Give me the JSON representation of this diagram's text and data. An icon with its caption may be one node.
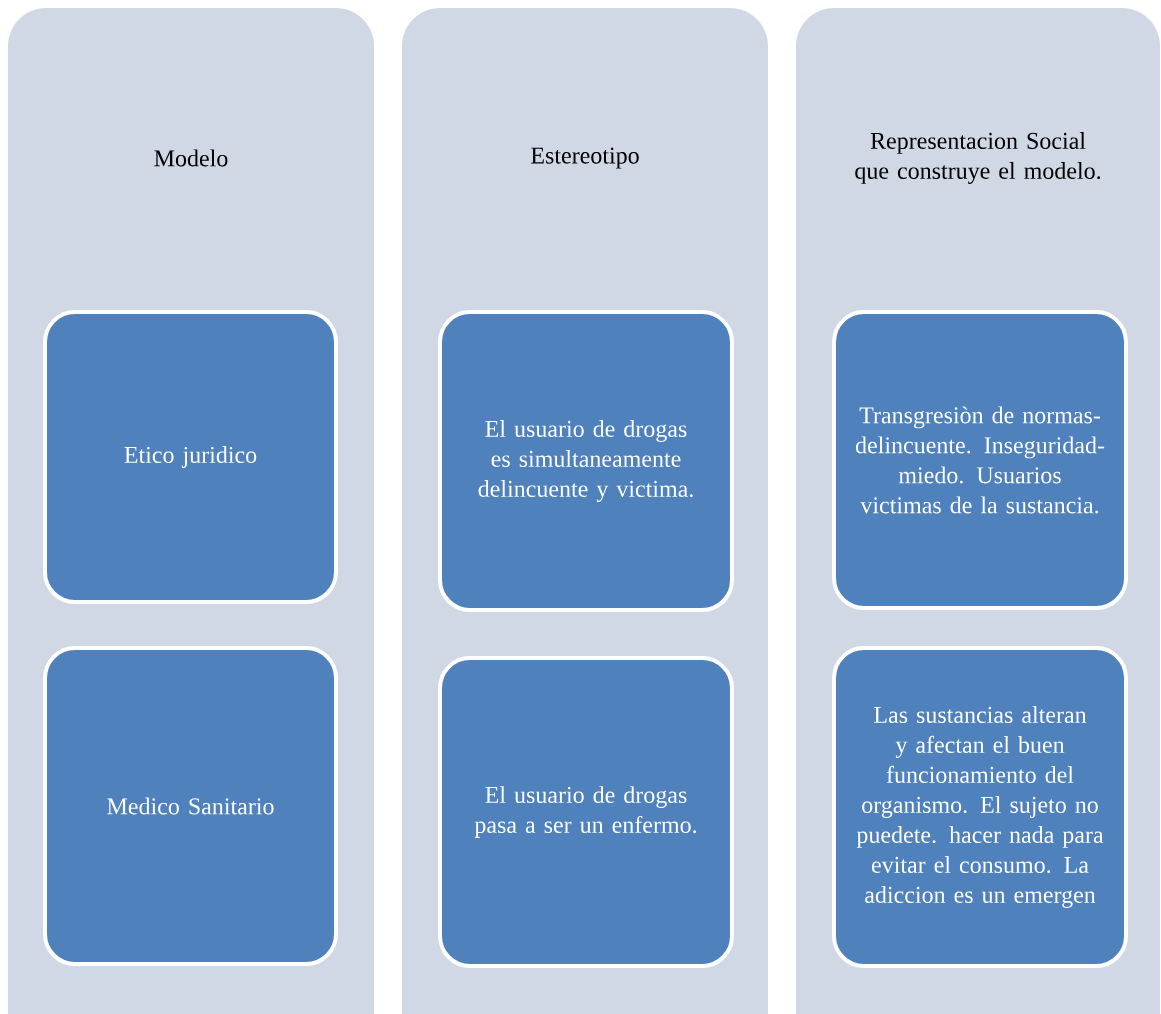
{
  "diagram": {
    "nodes": [
      {
        "text": [
          "Modelo"
        ]
      },
      {
        "text": [
          "Etico juridico"
        ],
        "in": 0
      },
      {
        "text": [
          "Medico Sanitario"
        ],
        "in": 0
      },
      {
        "text": [
          "Estereotipo"
        ]
      },
      {
        "text": [
          "El usuario de drogas es simultaneamente delincuente y victima."
        ],
        "in": 3
      },
      {
        "text": [
          "El usuario de drogas pasa a ser un enfermo."
        ],
        "in": 3
      },
      {
        "text": [
          "Representacion Social que construye el modelo."
        ]
      },
      {
        "text": [
          "Transgresiòn de normas-delincuente. Inseguridad-miedo. Usuarios victimas de la sustancia."
        ],
        "in": 6
      },
      {
        "text": [
          "Las sustancias alteran y afectan el buen funcionamiento del organismo. El sujeto no puedete. hacer nada para evitar el consumo. La adiccion es un emergen"
        ],
        "in": 6
      }
    ]
  }
}
